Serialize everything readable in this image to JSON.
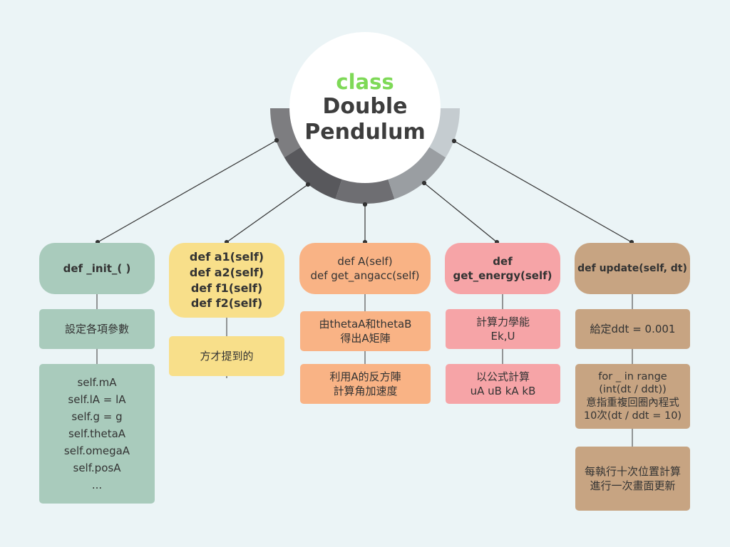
{
  "hub": {
    "keyword": "class",
    "name_line1": "Double",
    "name_line2": "Pendulum"
  },
  "columns": [
    {
      "method": [
        "def _init_(   )"
      ],
      "steps": [
        [
          "設定各項參數"
        ],
        [
          "self.mA",
          "self.lA = lA",
          "self.g = g",
          "self.thetaA",
          "self.omegaA",
          "self.posA",
          "..."
        ]
      ]
    },
    {
      "method": [
        "def a1(self)",
        "def a2(self)",
        "def f1(self)",
        "def f2(self)"
      ],
      "steps": [
        [
          "方才提到的"
        ]
      ]
    },
    {
      "method": [
        "def A(self)",
        "def get_angacc(self)"
      ],
      "steps": [
        [
          "由thetaA和thetaB",
          "得出A矩陣"
        ],
        [
          "利用A的反方陣",
          "計算角加速度"
        ]
      ]
    },
    {
      "method": [
        "def get_energy(self)"
      ],
      "steps": [
        [
          "計算力學能",
          "Ek,U"
        ],
        [
          "以公式計算",
          "uA uB kA kB"
        ]
      ]
    },
    {
      "method": [
        "def update(self, dt)"
      ],
      "steps": [
        [
          "給定ddt = 0.001"
        ],
        [
          "for _ in range",
          "(int(dt / ddt))",
          "意指重複回圈內程式",
          "10次(dt / ddt = 10)"
        ],
        [
          "每執行十次位置計算",
          "進行一次畫面更新"
        ]
      ]
    }
  ],
  "colors": {
    "background": "#ebf4f6",
    "keyword": "#7ed957",
    "column_1": "#a9cbbc",
    "column_2": "#f8df8a",
    "column_3": "#f9b385",
    "column_4": "#f6a4a7",
    "column_5": "#c7a482",
    "arc_segments": [
      "#7d7d80",
      "#58585c",
      "#6e6e72",
      "#9a9ea2",
      "#c5ccd0"
    ]
  }
}
